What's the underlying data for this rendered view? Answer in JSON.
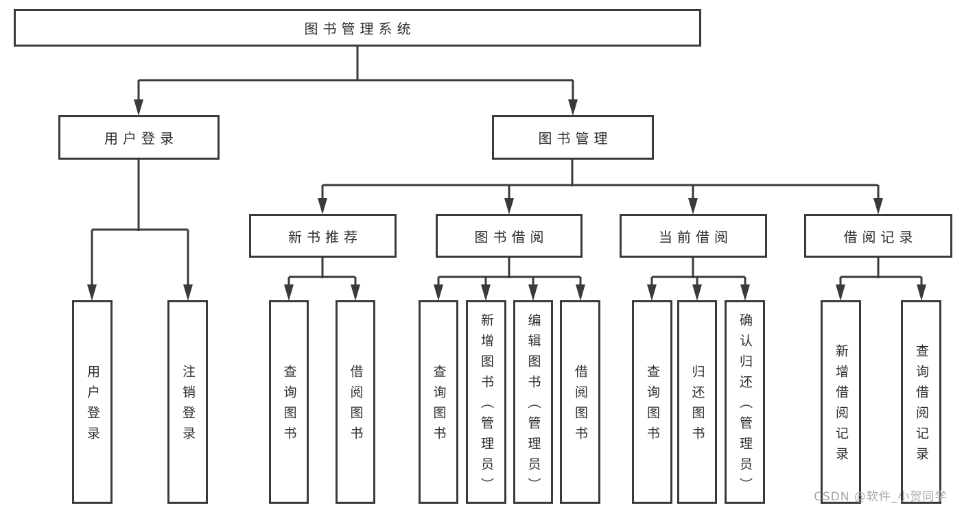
{
  "colors": {
    "line": "#3a3a3a",
    "box_border": "#3a3a3a",
    "box_background": "#ffffff",
    "text": "#2e2e2e",
    "watermark": "#a8a8a8",
    "page_background": "#ffffff"
  },
  "tree": {
    "root": {
      "label": "图书管理系统"
    },
    "level2": [
      {
        "label": "用户登录"
      },
      {
        "label": "图书管理"
      }
    ],
    "level3": [
      {
        "label": "新书推荐"
      },
      {
        "label": "图书借阅"
      },
      {
        "label": "当前借阅"
      },
      {
        "label": "借阅记录"
      }
    ],
    "leaves": {
      "user_login": [
        {
          "label": "用户登录"
        },
        {
          "label": "注销登录"
        }
      ],
      "new_book": [
        {
          "label": "查询图书"
        },
        {
          "label": "借阅图书"
        }
      ],
      "book_borrowing": [
        {
          "label": "查询图书"
        },
        {
          "label": "新增图书（管理员）"
        },
        {
          "label": "编辑图书（管理员）"
        },
        {
          "label": "借阅图书"
        }
      ],
      "current_borrowing": [
        {
          "label": "查询图书"
        },
        {
          "label": "归还图书"
        },
        {
          "label": "确认归还（管理员）"
        }
      ],
      "borrowing_records": [
        {
          "label": "新增借阅记录"
        },
        {
          "label": "查询借阅记录"
        }
      ]
    }
  },
  "watermark": {
    "text": "CSDN @软件_小贺同学"
  }
}
